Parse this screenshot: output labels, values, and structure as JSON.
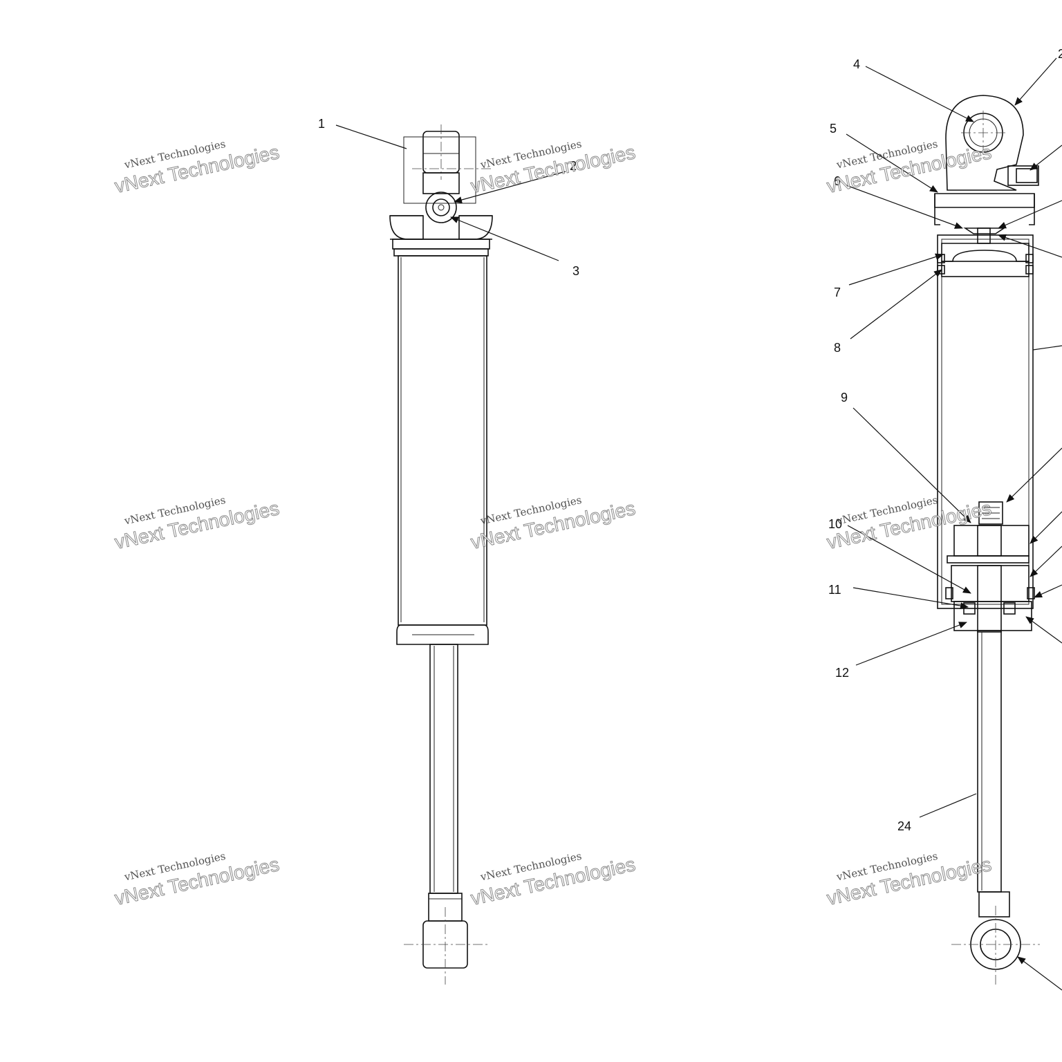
{
  "callouts": {
    "c1": "1",
    "c2": "2",
    "c3": "3",
    "c4": "4",
    "c5": "5",
    "c6": "6",
    "c7": "7",
    "c8": "8",
    "c9": "9",
    "c10": "10",
    "c11": "11",
    "c12": "12",
    "c24": "24",
    "c2b": "2"
  },
  "watermark": {
    "line1": "vNext Technologies",
    "line2": "vNext Technologies"
  }
}
